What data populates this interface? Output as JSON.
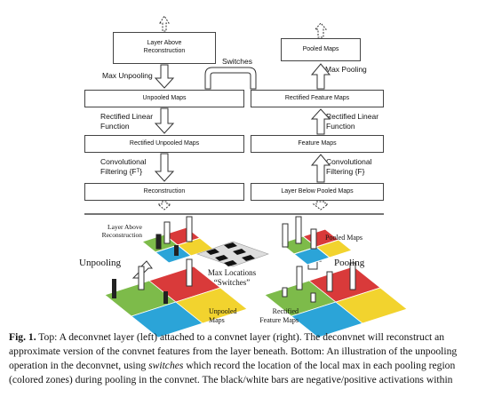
{
  "left_column": {
    "layer_above": "Layer Above Reconstruction",
    "max_unpooling": "Max Unpooling",
    "unpooled_maps": "Unpooled Maps",
    "rectified_linear": "Rectified Linear Function",
    "rectified_unpooled": "Rectified Unpooled Maps",
    "conv_filtering": "Convolutional Filtering {Fᵀ}",
    "reconstruction": "Reconstruction"
  },
  "right_column": {
    "pooled_maps": "Pooled Maps",
    "max_pooling": "Max Pooling",
    "rectified_feature": "Rectified Feature Maps",
    "rectified_linear": "Rectified Linear Function",
    "feature_maps": "Feature Maps",
    "conv_filtering": "Convolutional Filtering {F}",
    "layer_below": "Layer Below Pooled Maps"
  },
  "switches_label": "Switches",
  "bottom": {
    "layer_above": "Layer Above Reconstruction",
    "unpooling": "Unpooling",
    "max_locations": "Max Locations “Switches”",
    "pooled_maps": "Pooled Maps",
    "pooling": "Pooling",
    "unpooled_maps": "Unpooled Maps",
    "rectified_feature": "Rectified Feature Maps"
  },
  "zone_colors": {
    "green": "#7dbb4a",
    "red": "#d93a3a",
    "yellow": "#f2d32e",
    "blue": "#2ba4d8"
  },
  "caption": {
    "fig_label": "Fig. 1.",
    "part1": " Top: A deconvnet layer (left) attached to a convnet layer (right). The deconvnet will reconstruct an approximate version of the convnet features from the layer beneath. Bottom: An illustration of the unpooling operation in the deconvnet, using ",
    "switches_word": "switches",
    "part2": " which record the location of the local max in each pooling region (colored zones) during pooling in the convnet. The black/white bars are negative/positive activations within"
  }
}
